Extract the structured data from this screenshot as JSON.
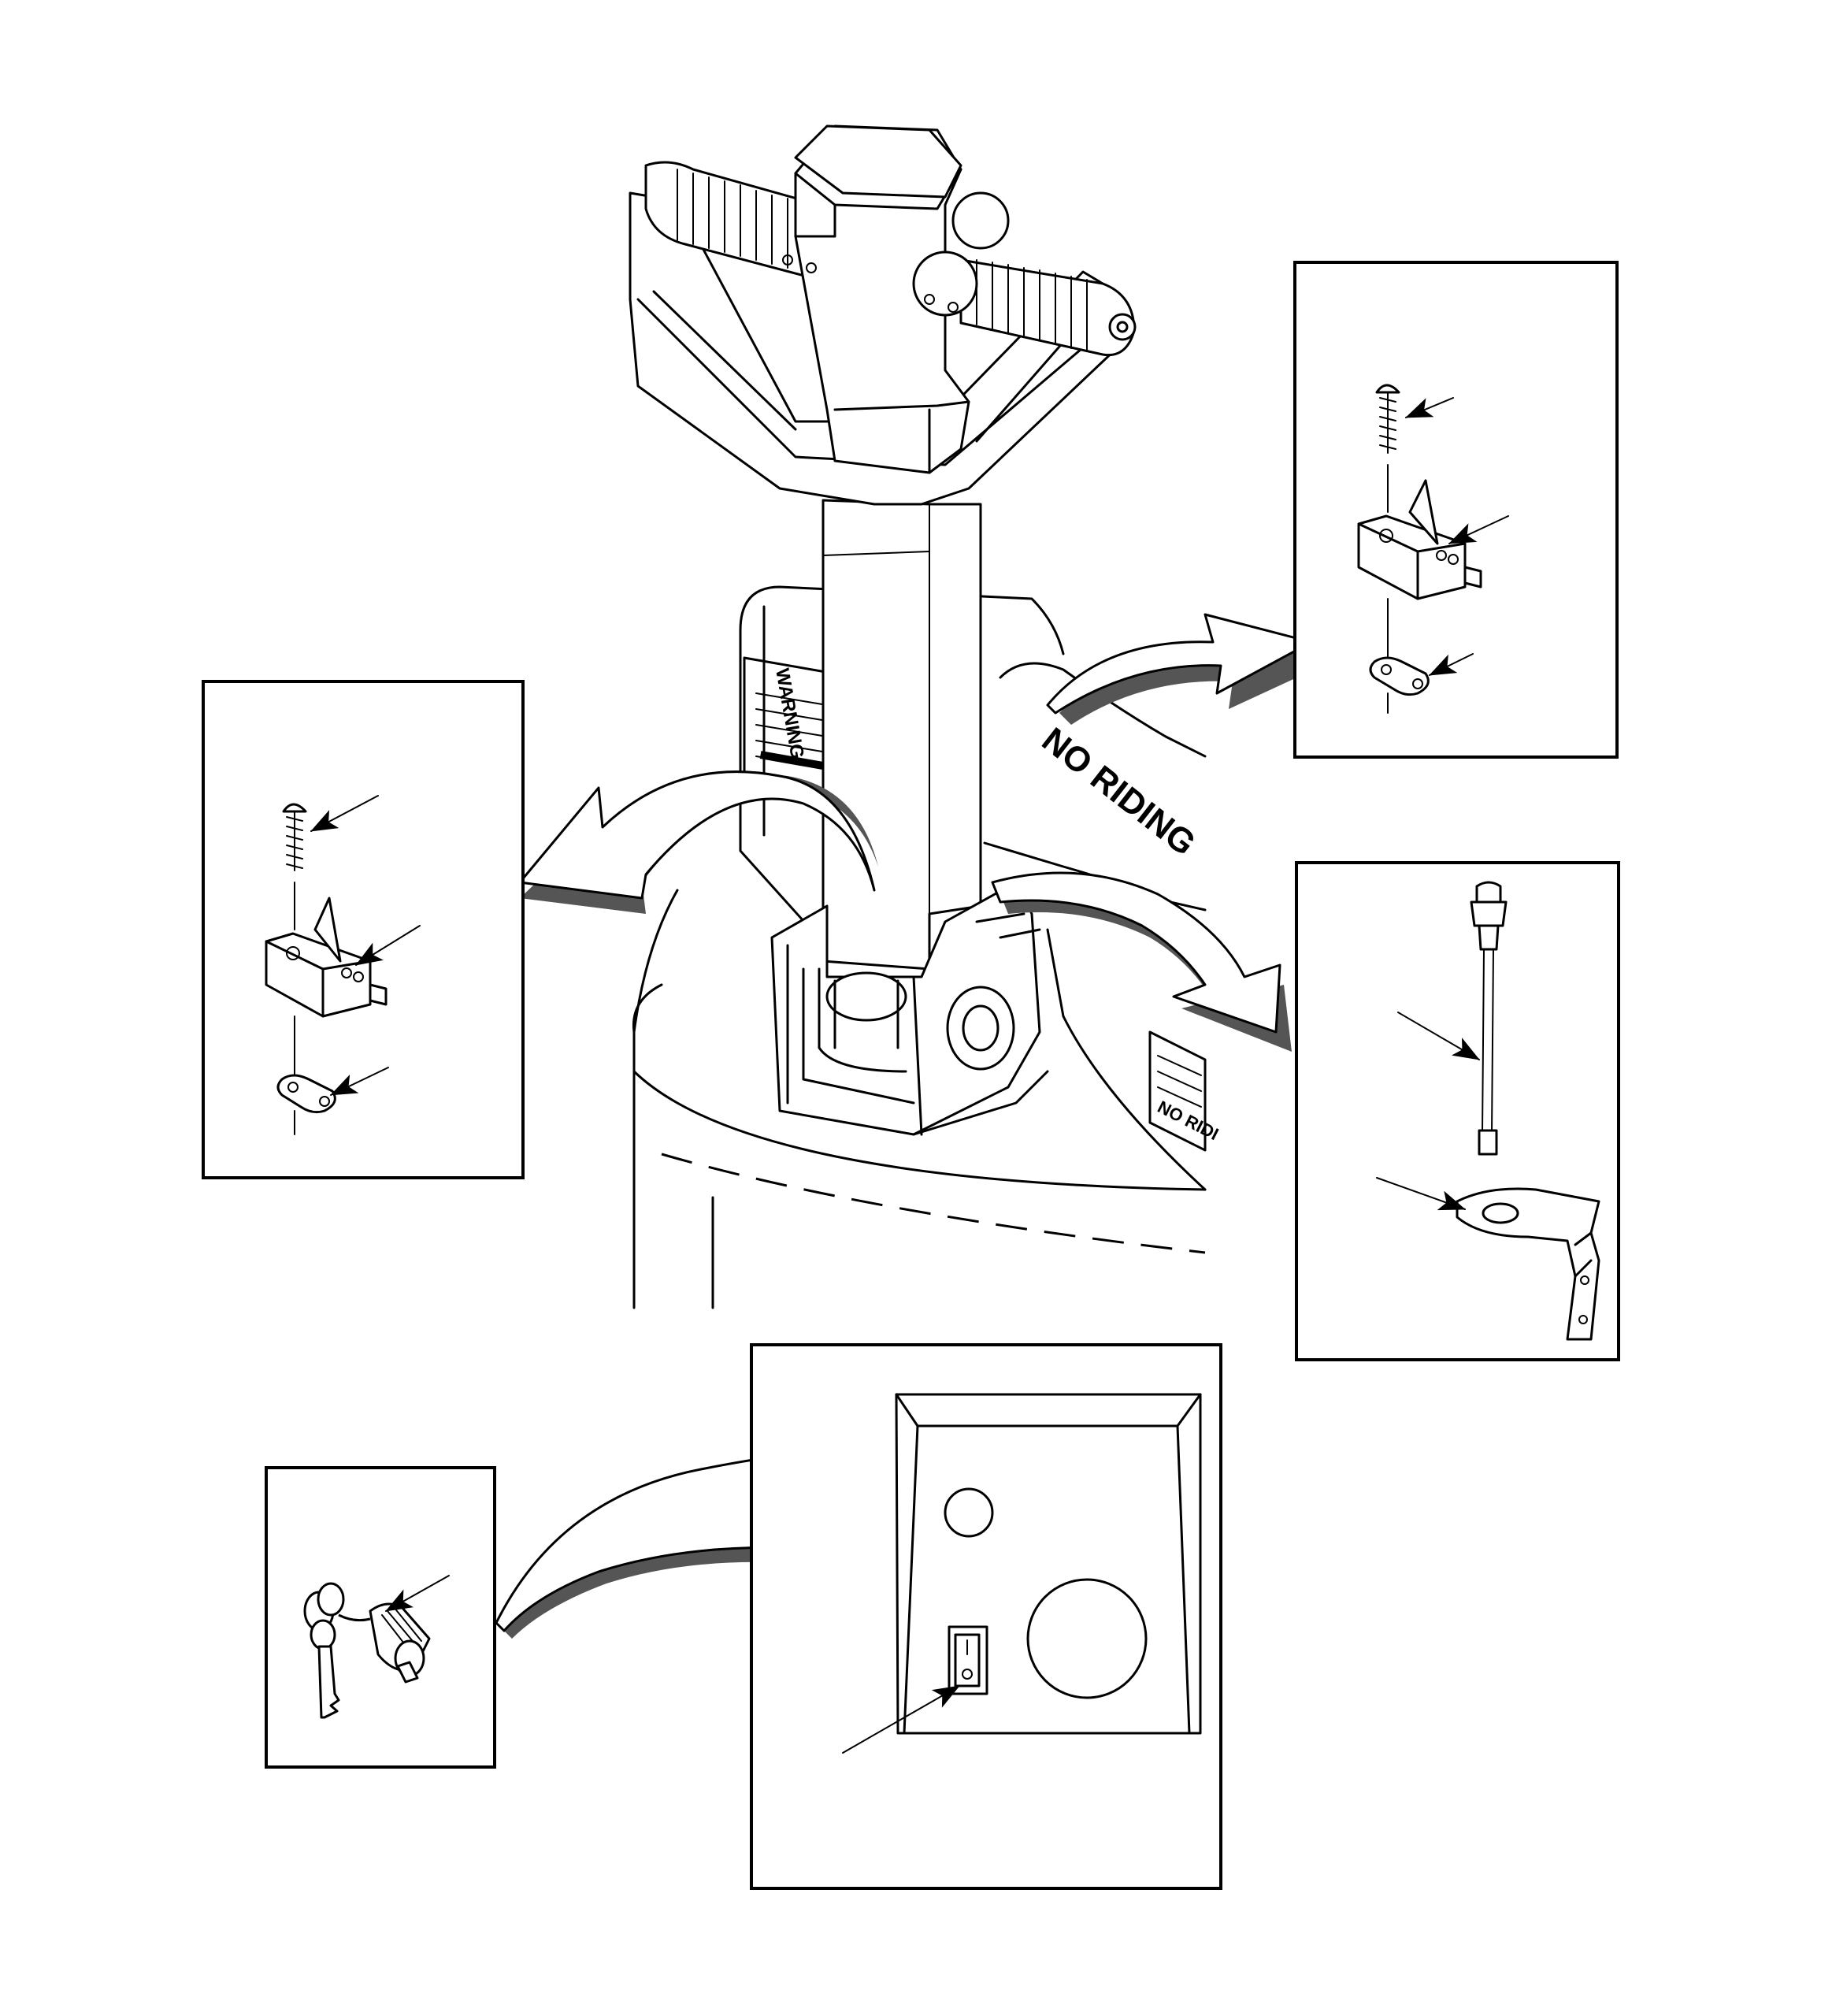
{
  "decals": {
    "warning_label": "WARNING",
    "no_riding_floor": "NO RIDING",
    "no_riding_side_decal": "NO RIDI"
  },
  "callouts": {
    "count": 13
  }
}
